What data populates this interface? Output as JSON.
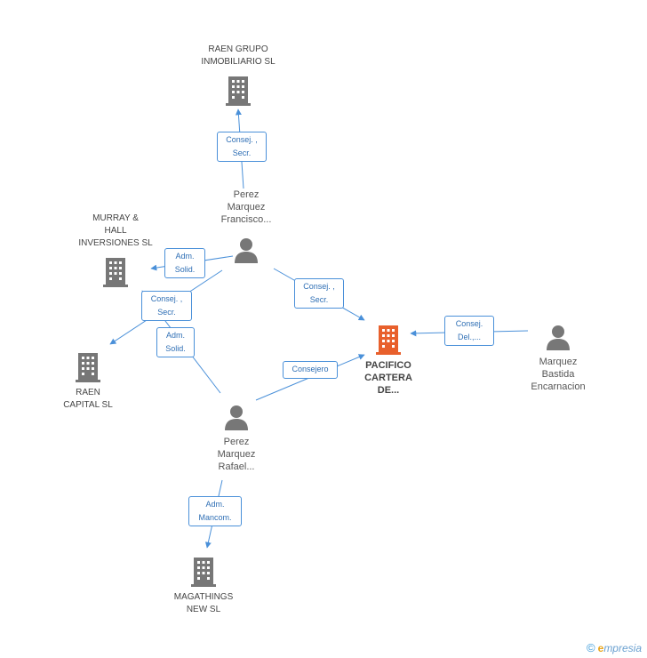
{
  "nodes": {
    "raen_grupo": {
      "label": "RAEN GRUPO\nINMOBILIARIO SL",
      "type": "company",
      "icon": "building-icon"
    },
    "murray": {
      "label": "MURRAY &\nHALL\nINVERSIONES SL",
      "type": "company",
      "icon": "building-icon"
    },
    "raen_capital": {
      "label": "RAEN\nCAPITAL  SL",
      "type": "company",
      "icon": "building-icon"
    },
    "magathings": {
      "label": "MAGATHINGS\nNEW SL",
      "type": "company",
      "icon": "building-icon"
    },
    "pacifico": {
      "label": "PACIFICO\nCARTERA\nDE...",
      "type": "company-focus",
      "icon": "building-icon",
      "color": "#e8602c"
    },
    "francisco": {
      "label": "Perez\nMarquez\nFrancisco...",
      "type": "person",
      "icon": "person-icon"
    },
    "rafael": {
      "label": "Perez\nMarquez\nRafael...",
      "type": "person",
      "icon": "person-icon"
    },
    "marquez": {
      "label": "Marquez\nBastida\nEncarnacion",
      "type": "person",
      "icon": "person-icon"
    }
  },
  "edges": {
    "francisco_raen": "Consej. ,\nSecr.",
    "francisco_murray": "Adm.\nSolid.",
    "francisco_capital": "Consej. ,\nSecr.",
    "rafael_murray": "Adm.\nSolid.",
    "francisco_pacifico": "Consej. ,\nSecr.",
    "rafael_pacifico": "Consejero",
    "marquez_pacifico": "Consej.\nDel.,...",
    "rafael_magathings": "Adm.\nMancom."
  },
  "colors": {
    "edge": "#4a90d9",
    "icon": "#777777",
    "focus": "#e8602c"
  },
  "footer": {
    "copyright": "©",
    "brand_initial": "e",
    "brand_rest": "mpresia"
  }
}
